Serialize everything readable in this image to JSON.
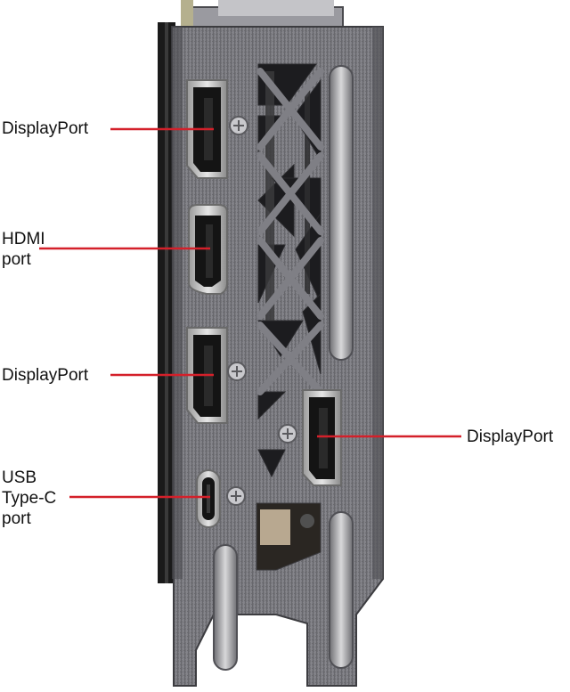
{
  "callouts": [
    {
      "id": "dp1",
      "text": "DisplayPort"
    },
    {
      "id": "hdmi",
      "text": "HDMI\nport"
    },
    {
      "id": "dp2",
      "text": "DisplayPort"
    },
    {
      "id": "dp3",
      "text": "DisplayPort"
    },
    {
      "id": "usbc",
      "text": "USB\nType-C\nport"
    }
  ],
  "colors": {
    "leader": "#d4202a",
    "bracket_light": "#8e8e92",
    "bracket_dark": "#4a4a4e",
    "port_chrome": "#c9c9c9",
    "port_cavity": "#141414"
  }
}
